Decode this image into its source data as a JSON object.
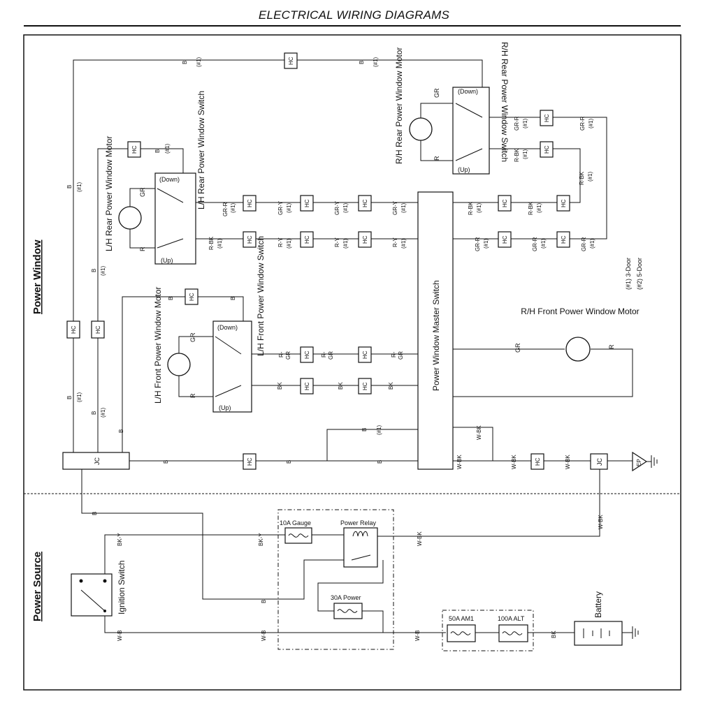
{
  "page_title": "ELECTRICAL WIRING DIAGRAMS",
  "sections": {
    "power_window": "Power Window",
    "power_source": "Power Source"
  },
  "notes": {
    "n1": "(#1) 3-Door",
    "n2": "(#2) 5-Door"
  },
  "components": {
    "rh_rear_switch": "R/H Rear Power Window Switch",
    "rh_rear_motor": "R/H Rear Power Window Motor",
    "lh_rear_switch": "L/H Rear Power Window Switch",
    "lh_rear_motor": "L/H Rear Power Window Motor",
    "lh_front_switch": "L/H Front Power Window Switch",
    "lh_front_motor": "L/H Front Power Window Motor",
    "rh_front_motor": "R/H Front Power Window Motor",
    "master_switch": "Power Window Master Switch",
    "ignition_switch": "Ignition Switch",
    "battery": "Battery",
    "gauge_fuse": "10A Gauge",
    "power_relay": "Power Relay",
    "power_fuse": "30A Power",
    "am1_fuse": "50A AM1",
    "alt_fuse": "100A ALT",
    "jc": "JC",
    "hc": "HC",
    "ep": "EP",
    "down": "(Down)",
    "up": "(Up)",
    "gr": "GR",
    "r": "R"
  },
  "wires": {
    "b": "B",
    "n1": "(#1)",
    "gr_r": "GR-R",
    "gr_y": "GR-Y",
    "r_bk": "R-BK",
    "r_y": "R-Y",
    "r_gr": "R-GR",
    "r_dash": "R-",
    "gr_part": "GR",
    "bk": "BK",
    "w_bk": "W-BK",
    "bk_y": "BK-Y",
    "w_b": "W-B"
  }
}
